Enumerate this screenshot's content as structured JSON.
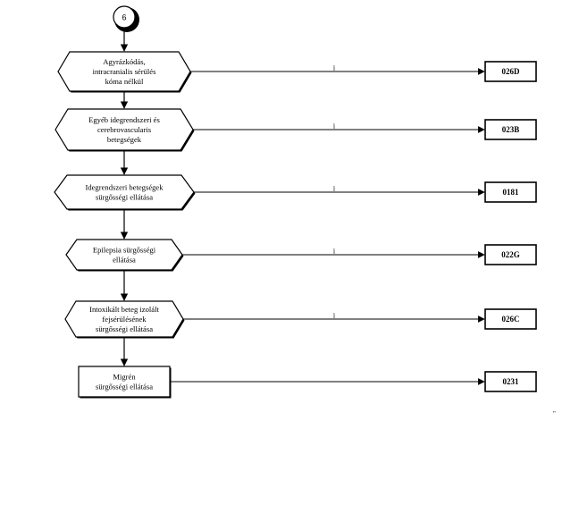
{
  "connector": {
    "label": "6"
  },
  "nodes": [
    {
      "id": "n1",
      "shape": "hexagon",
      "lines": [
        "Agyrázkódás,",
        "intracranialis sérülés",
        "kóma nélkül"
      ],
      "edge_label": "i",
      "target": "026D"
    },
    {
      "id": "n2",
      "shape": "hexagon",
      "lines": [
        "Egyéb idegrendszeri és",
        "cerebrovascularis",
        "betegségek"
      ],
      "edge_label": "i",
      "target": "023B"
    },
    {
      "id": "n3",
      "shape": "hexagon",
      "lines": [
        "Idegrendszeri betegségek",
        "sürgősségi ellátása"
      ],
      "edge_label": "i",
      "target": "0181"
    },
    {
      "id": "n4",
      "shape": "hexagon",
      "lines": [
        "Epilepsia sürgősségi",
        "ellátása"
      ],
      "edge_label": "i",
      "target": "022G"
    },
    {
      "id": "n5",
      "shape": "hexagon",
      "lines": [
        "Intoxikált beteg izolált",
        "fejsérülésének",
        "sürgősségi ellátása"
      ],
      "edge_label": "i",
      "target": "026C"
    },
    {
      "id": "n6",
      "shape": "rectangle",
      "lines": [
        "Migrén",
        "sürgősségi ellátása"
      ],
      "edge_label": "",
      "target": "0231"
    }
  ],
  "stray_mark": "\""
}
